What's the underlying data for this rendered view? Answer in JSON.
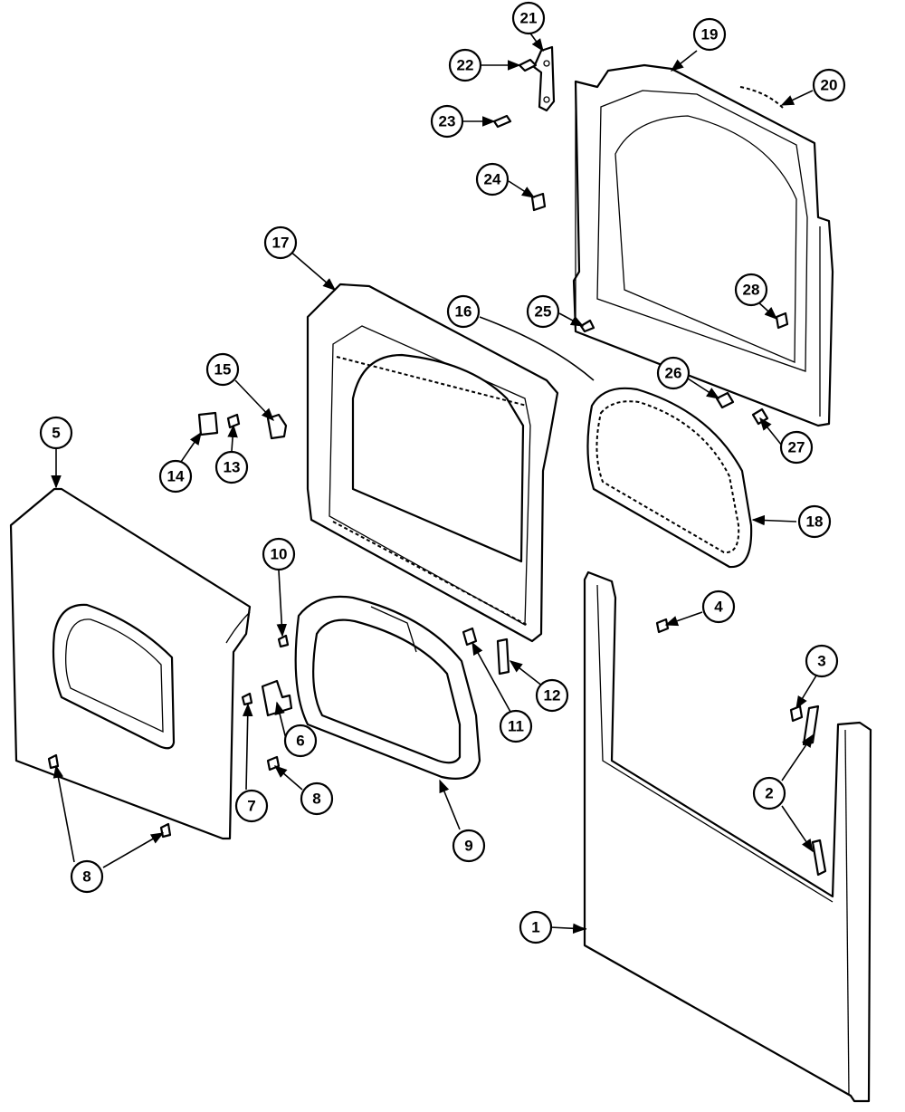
{
  "callouts": [
    {
      "id": "c1",
      "label": "1"
    },
    {
      "id": "c2",
      "label": "2"
    },
    {
      "id": "c3",
      "label": "3"
    },
    {
      "id": "c4",
      "label": "4"
    },
    {
      "id": "c5",
      "label": "5"
    },
    {
      "id": "c6",
      "label": "6"
    },
    {
      "id": "c7",
      "label": "7"
    },
    {
      "id": "c8a",
      "label": "8"
    },
    {
      "id": "c8b",
      "label": "8"
    },
    {
      "id": "c9",
      "label": "9"
    },
    {
      "id": "c10",
      "label": "10"
    },
    {
      "id": "c11",
      "label": "11"
    },
    {
      "id": "c12",
      "label": "12"
    },
    {
      "id": "c13",
      "label": "13"
    },
    {
      "id": "c14",
      "label": "14"
    },
    {
      "id": "c15",
      "label": "15"
    },
    {
      "id": "c16",
      "label": "16"
    },
    {
      "id": "c17",
      "label": "17"
    },
    {
      "id": "c18",
      "label": "18"
    },
    {
      "id": "c19",
      "label": "19"
    },
    {
      "id": "c20",
      "label": "20"
    },
    {
      "id": "c21",
      "label": "21"
    },
    {
      "id": "c22",
      "label": "22"
    },
    {
      "id": "c23",
      "label": "23"
    },
    {
      "id": "c24",
      "label": "24"
    },
    {
      "id": "c25",
      "label": "25"
    },
    {
      "id": "c26",
      "label": "26"
    },
    {
      "id": "c27",
      "label": "27"
    },
    {
      "id": "c28",
      "label": "28"
    }
  ]
}
